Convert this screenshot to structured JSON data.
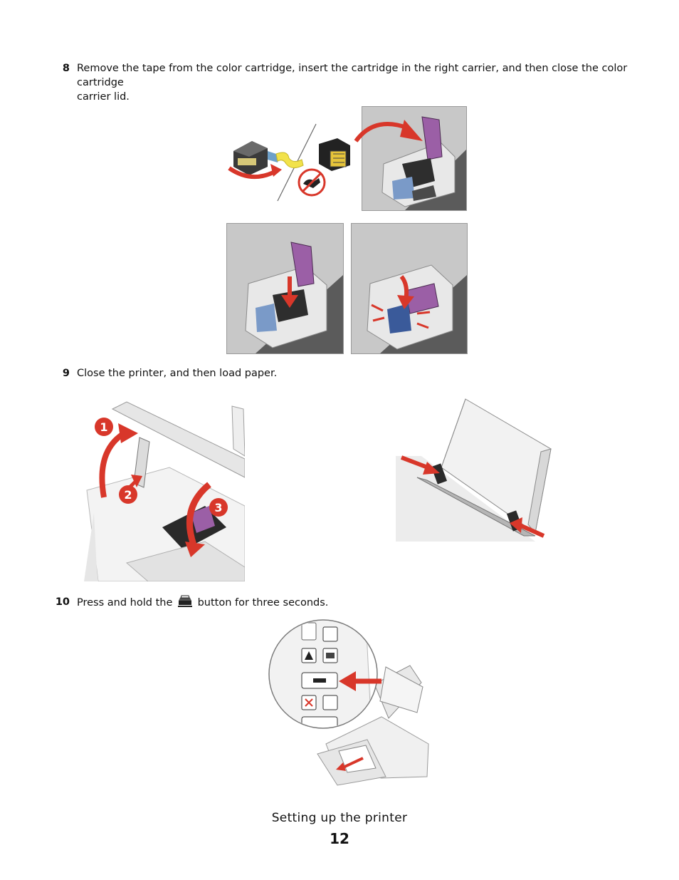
{
  "steps": [
    {
      "number": "8",
      "text_line1": "Remove the tape from the color cartridge, insert the cartridge in the right carrier, and then close the color cartridge",
      "text_line2": "carrier lid."
    },
    {
      "number": "9",
      "text": "Close the printer, and then load paper."
    },
    {
      "number": "10",
      "text_before": "Press and hold the",
      "button_icon": "copy-start-icon",
      "text_after": "button for three seconds."
    }
  ],
  "figure_labels": {
    "callout1": "1",
    "callout2": "2",
    "callout3": "3"
  },
  "footer": {
    "section_title": "Setting up the printer",
    "page_number": "12"
  },
  "colors": {
    "arrow_red": "#d8372a",
    "cartridge_purple": "#9b5fa6",
    "panel_gray": "#5b5b5b"
  }
}
